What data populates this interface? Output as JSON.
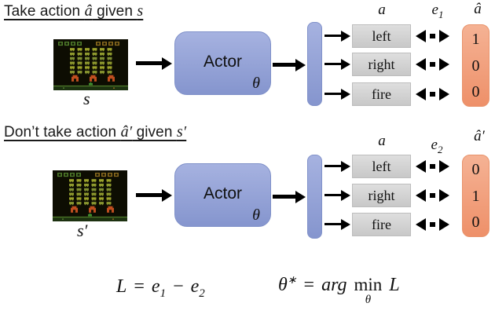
{
  "top": {
    "title": {
      "prefix": "Take action ",
      "action_math": "â",
      "middle": " given ",
      "state_math": "s"
    },
    "state_label": "s",
    "actor": {
      "label": "Actor",
      "param": "θ"
    },
    "headers": {
      "action": "a",
      "error_base": "e",
      "error_sub": "1",
      "target": "â"
    },
    "actions": [
      "left",
      "right",
      "fire"
    ],
    "targets": [
      "1",
      "0",
      "0"
    ]
  },
  "bottom": {
    "title": {
      "prefix": "Don’t take action ",
      "action_math": "â′",
      "middle": " given ",
      "state_math": "s′"
    },
    "state_label": "s′",
    "actor": {
      "label": "Actor",
      "param": "θ"
    },
    "headers": {
      "action": "a",
      "error_base": "e",
      "error_sub": "2",
      "target": "â′"
    },
    "actions": [
      "left",
      "right",
      "fire"
    ],
    "targets": [
      "0",
      "1",
      "0"
    ]
  },
  "formulas": {
    "loss": {
      "lhs": "L",
      "eq": "=",
      "term1_base": "e",
      "term1_sub": "1",
      "op": "−",
      "term2_base": "e",
      "term2_sub": "2"
    },
    "objective": {
      "param": "θ",
      "star": "∗",
      "eq": "=",
      "arg": "arg",
      "min": "min",
      "min_sub": "θ",
      "target": "L"
    }
  },
  "icons": {
    "game_screenshot": "space-invaders-frame",
    "compare_arrow": "dashed-double-arrow"
  },
  "colors": {
    "actor_blue_top": "#A6B2E0",
    "actor_blue_bottom": "#8595CE",
    "actor_blue_border": "#8091C9",
    "target_orange_top": "#F5B294",
    "target_orange_bottom": "#EE9069",
    "target_orange_border": "#E8936B",
    "action_gray_top": "#DEDEDE",
    "action_gray_bottom": "#C8C8C8",
    "action_gray_border": "#BDBDBD",
    "arrow_black": "#000000"
  }
}
